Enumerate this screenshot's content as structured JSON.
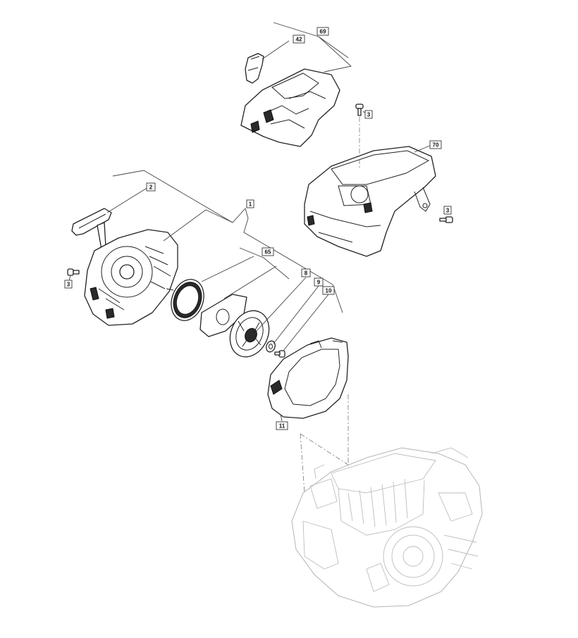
{
  "labels": {
    "l69": "69",
    "l42": "42",
    "l3_top": "3",
    "l70": "70",
    "l3_right": "3",
    "l2": "2",
    "l1": "1",
    "l65": "65",
    "l3_left": "3",
    "l8": "8",
    "l9": "9",
    "l10": "10",
    "l11": "11"
  }
}
